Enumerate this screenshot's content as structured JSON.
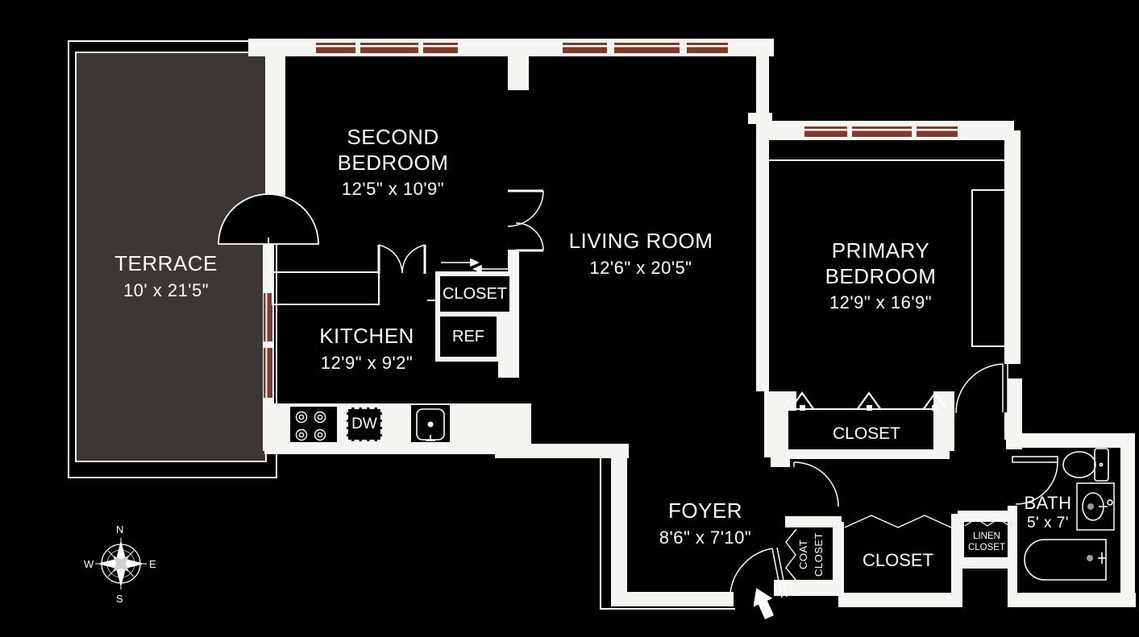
{
  "rooms": {
    "terrace": {
      "label": "TERRACE",
      "dims": "10' x 21'5\""
    },
    "second_bedroom": {
      "label": "SECOND BEDROOM",
      "dims": "12'5\" x 10'9\""
    },
    "living_room": {
      "label": "LIVING ROOM",
      "dims": "12'6\" x 20'5\""
    },
    "kitchen": {
      "label": "KITCHEN",
      "dims": "12'9\" x 9'2\""
    },
    "primary_bedroom": {
      "label": "PRIMARY BEDROOM",
      "dims": "12'9\" x 16'9\""
    },
    "foyer": {
      "label": "FOYER",
      "dims": "8'6\" x 7'10\""
    },
    "bath": {
      "label": "BATH",
      "dims": "5' x 7'"
    }
  },
  "closets": {
    "hall_closet": "CLOSET",
    "primary_closet": "CLOSET",
    "foyer_closet": "CLOSET",
    "coat_closet": "COAT CLOSET",
    "linen_closet": "LINEN CLOSET"
  },
  "appliances": {
    "refrigerator": "REF",
    "dishwasher": "DW"
  },
  "compass": {
    "north": "N",
    "east": "E",
    "south": "S",
    "west": "W"
  },
  "colors": {
    "background": "#000000",
    "walls": "#f5f5f3",
    "terrace_fill": "#3d3734",
    "window": "#7d3c31"
  }
}
